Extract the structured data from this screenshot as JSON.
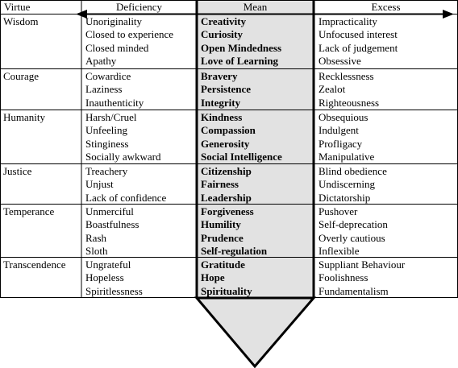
{
  "headers": {
    "virtue": "Virtue",
    "deficiency": "Deficiency",
    "mean": "Mean",
    "excess": "Excess"
  },
  "rows": [
    {
      "virtue": "Wisdom",
      "deficiency": [
        "Unoriginality",
        "Closed to experience",
        "Closed minded",
        "Apathy"
      ],
      "mean": [
        "Creativity",
        "Curiosity",
        "Open Mindedness",
        "Love of Learning"
      ],
      "excess": [
        "Impracticality",
        "Unfocused interest",
        "Lack of judgement",
        "Obsessive"
      ]
    },
    {
      "virtue": "Courage",
      "deficiency": [
        "Cowardice",
        "Laziness",
        "Inauthenticity"
      ],
      "mean": [
        "Bravery",
        "Persistence",
        "Integrity"
      ],
      "excess": [
        "Recklessness",
        "Zealot",
        "Righteousness"
      ]
    },
    {
      "virtue": "Humanity",
      "deficiency": [
        "Harsh/Cruel",
        "Unfeeling",
        "Stinginess",
        "Socially awkward"
      ],
      "mean": [
        "Kindness",
        "Compassion",
        "Generosity",
        "Social Intelligence"
      ],
      "excess": [
        "Obsequious",
        "Indulgent",
        "Profligacy",
        "Manipulative"
      ]
    },
    {
      "virtue": "Justice",
      "deficiency": [
        "Treachery",
        "Unjust",
        "Lack of confidence"
      ],
      "mean": [
        "Citizenship",
        "Fairness",
        "Leadership"
      ],
      "excess": [
        "Blind obedience",
        "Undiscerning",
        "Dictatorship"
      ]
    },
    {
      "virtue": "Temperance",
      "deficiency": [
        "Unmerciful",
        "Boastfulness",
        "Rash",
        "Sloth"
      ],
      "mean": [
        "Forgiveness",
        "Humility",
        "Prudence",
        "Self-regulation"
      ],
      "excess": [
        "Pushover",
        "Self-deprecation",
        "Overly cautious",
        "Inflexible"
      ]
    },
    {
      "virtue": "Transcendence",
      "deficiency": [
        "Ungrateful",
        "Hopeless",
        "Spiritlessness"
      ],
      "mean": [
        "Gratitude",
        "Hope",
        "Spirituality"
      ],
      "excess": [
        "Suppliant Behaviour",
        "Foolishness",
        "Fundamentalism"
      ]
    }
  ]
}
